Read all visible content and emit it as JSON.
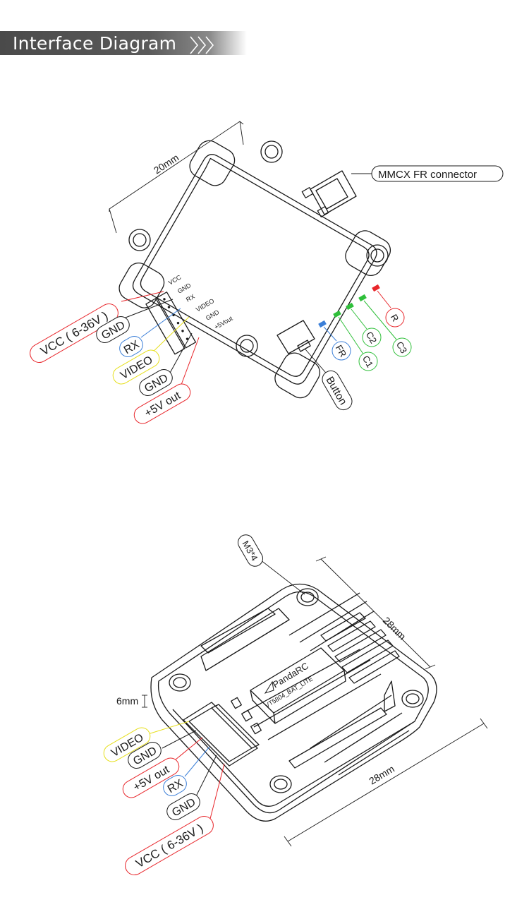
{
  "header": {
    "title": "Interface Diagram"
  },
  "colors": {
    "red": "#e8262b",
    "yellow": "#e6df1a",
    "blue": "#3b7fd8",
    "green": "#2fbf3a",
    "black": "#1a1a1a",
    "header_bg": "#4a4a4a"
  },
  "top_diagram": {
    "dimension": "20mm",
    "connector_label": "MMCX FR connector",
    "pin_labels": [
      "VCC",
      "GND",
      "RX",
      "VIDEO",
      "GND",
      "+5Vout"
    ],
    "wire_labels": {
      "vcc": "VCC ( 6-36V )",
      "gnd1": "GND",
      "rx": "RX",
      "video": "VIDEO",
      "gnd2": "GND",
      "out5v": "+5V out"
    },
    "button_label": "Button",
    "led_labels": {
      "fr": "FR",
      "c1": "C1",
      "c2": "C2",
      "c3": "C3",
      "r": "R"
    }
  },
  "bottom_diagram": {
    "screw_label": "M3*4",
    "dim_right": "28mm",
    "dim_bottom": "28mm",
    "height_label": "6mm",
    "brand": "PandaRC",
    "model": "VT5804_BAT_LITE",
    "wire_labels": {
      "video": "VIDEO",
      "gnd1": "GND",
      "out5v": "+5V out",
      "rx": "RX",
      "gnd2": "GND",
      "vcc": "VCC ( 6-36V )"
    }
  }
}
